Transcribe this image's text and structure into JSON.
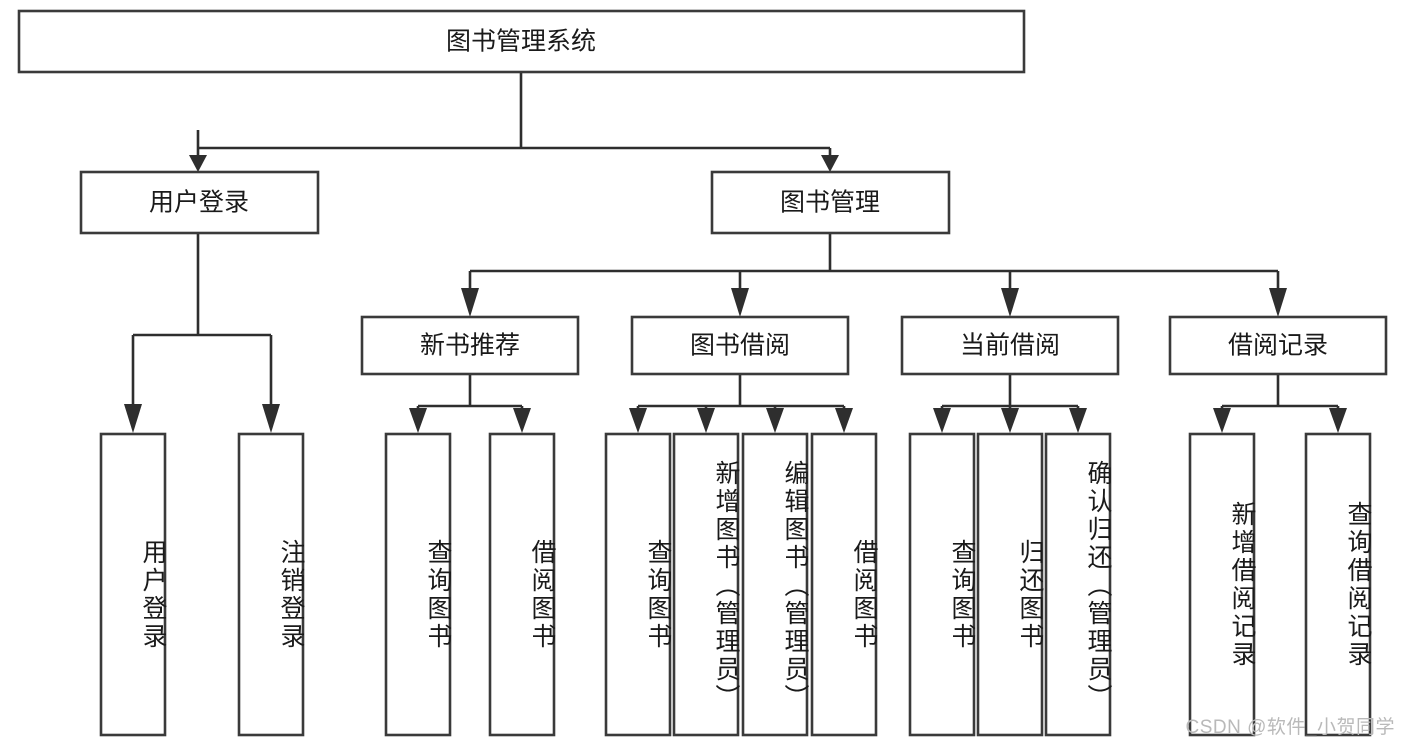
{
  "diagram": {
    "title_node": {
      "label": "图书管理系统"
    },
    "level1": [
      {
        "id": "user-login",
        "label": "用户登录"
      },
      {
        "id": "book-manage",
        "label": "图书管理"
      }
    ],
    "level2": [
      {
        "id": "new-book-recommend",
        "label": "新书推荐",
        "parent": "book-manage"
      },
      {
        "id": "book-borrow",
        "label": "图书借阅",
        "parent": "book-manage"
      },
      {
        "id": "current-borrow",
        "label": "当前借阅",
        "parent": "book-manage"
      },
      {
        "id": "borrow-record",
        "label": "借阅记录",
        "parent": "book-manage"
      }
    ],
    "leaves": {
      "user-login": [
        {
          "id": "leaf-user-login",
          "label": "用户登录"
        },
        {
          "id": "leaf-logout",
          "label": "注销登录"
        }
      ],
      "new-book-recommend": [
        {
          "id": "leaf-query-book-1",
          "label": "查询图书"
        },
        {
          "id": "leaf-borrow-book-1",
          "label": "借阅图书"
        }
      ],
      "book-borrow": [
        {
          "id": "leaf-query-book-2",
          "label": "查询图书"
        },
        {
          "id": "leaf-add-book",
          "label": "新增图书（管理员）"
        },
        {
          "id": "leaf-edit-book",
          "label": "编辑图书（管理员）"
        },
        {
          "id": "leaf-borrow-book-2",
          "label": "借阅图书"
        }
      ],
      "current-borrow": [
        {
          "id": "leaf-query-book-3",
          "label": "查询图书"
        },
        {
          "id": "leaf-return-book",
          "label": "归还图书"
        },
        {
          "id": "leaf-confirm-return",
          "label": "确认归还（管理员）"
        }
      ],
      "borrow-record": [
        {
          "id": "leaf-add-record",
          "label": "新增借阅记录"
        },
        {
          "id": "leaf-query-record",
          "label": "查询借阅记录"
        }
      ]
    }
  },
  "watermark": {
    "text": "CSDN @软件_小贺同学"
  },
  "colors": {
    "box_stroke": "#3a3a3a",
    "connector": "#2e2e2e",
    "text": "#1a1a1a",
    "background": "#ffffff",
    "watermark": "#b9b9b9"
  }
}
